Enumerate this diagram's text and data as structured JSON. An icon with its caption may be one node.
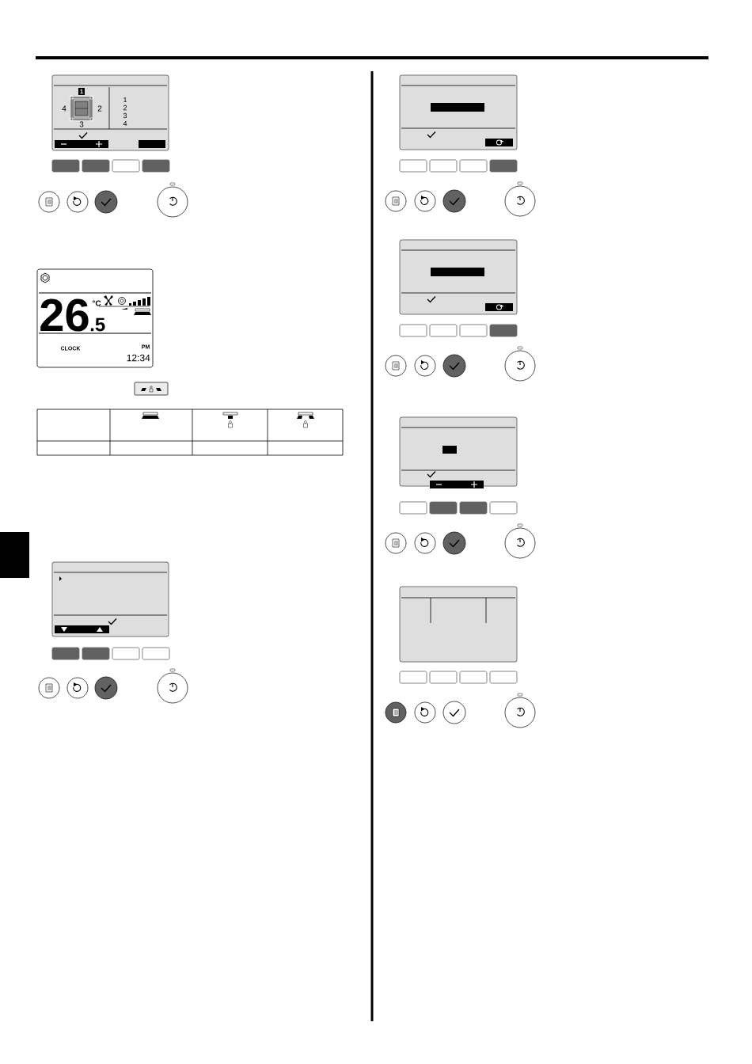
{
  "diagram": {
    "labels": [
      "1",
      "4",
      "2",
      "3",
      "1",
      "2",
      "3",
      "4",
      "26",
      ".5",
      "°C",
      "CLOCK",
      "PM",
      "12:34"
    ]
  }
}
